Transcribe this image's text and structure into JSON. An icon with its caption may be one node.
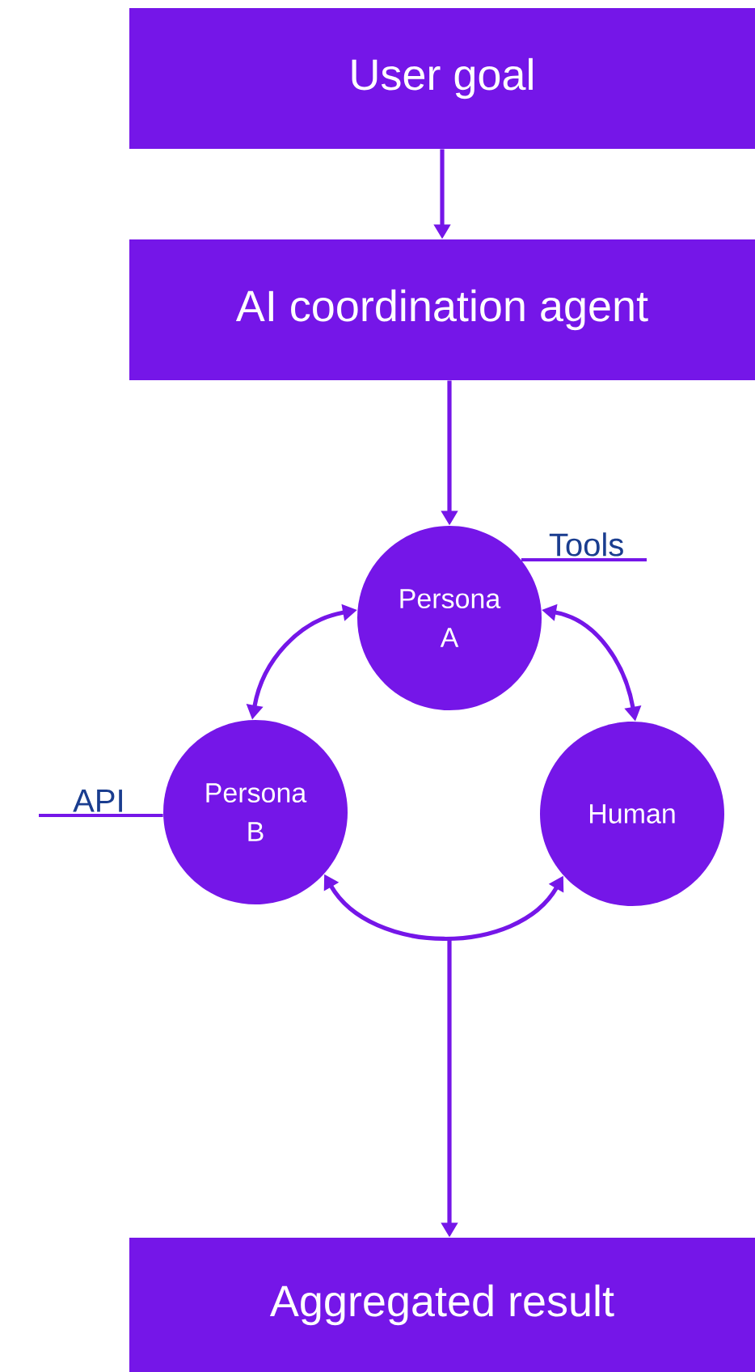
{
  "diagram": {
    "nodes": [
      {
        "text": [
          "User goal"
        ]
      },
      {
        "text": [
          "AI coordination agent"
        ]
      },
      {
        "text": [
          "Tools"
        ]
      },
      {
        "text": [
          "Persona A"
        ]
      },
      {
        "text": [
          "API"
        ]
      },
      {
        "text": [
          "Persona B"
        ]
      },
      {
        "text": [
          "Human"
        ]
      },
      {
        "text": [
          "Aggregated result"
        ]
      }
    ],
    "edges": [
      {
        "from": 0,
        "to": 1,
        "arrow": "to"
      },
      {
        "from": 1,
        "to": 3,
        "arrow": "to"
      },
      {
        "from": 3,
        "to": 5,
        "arrow": "both"
      },
      {
        "from": 3,
        "to": 6,
        "arrow": "both"
      },
      {
        "from": 5,
        "to": 6,
        "arrow": "both"
      },
      {
        "from": null,
        "to": 7,
        "arrow": "to"
      },
      {
        "from": 2,
        "to": 3,
        "arrow": "none"
      },
      {
        "from": 4,
        "to": 5,
        "arrow": "none"
      }
    ]
  }
}
